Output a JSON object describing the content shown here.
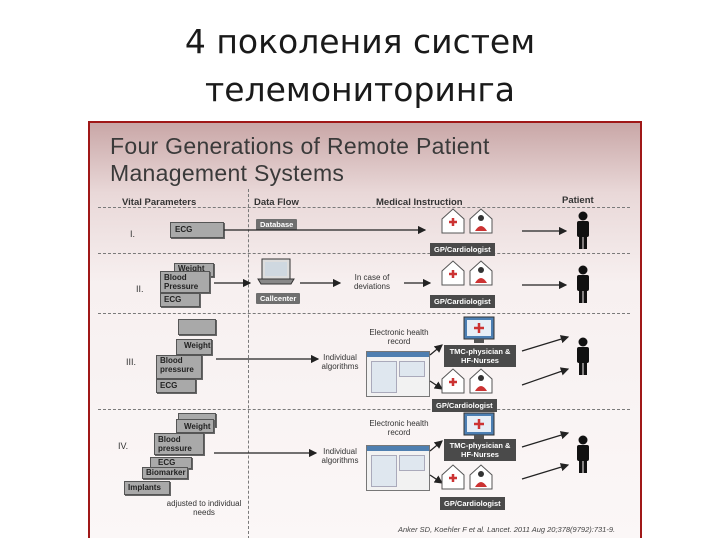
{
  "slide": {
    "title_line1": "4 поколения систем",
    "title_line2": "телемониторинга"
  },
  "figure": {
    "title_line1": "Four Generations of Remote Patient",
    "title_line2": "Management Systems",
    "headers": {
      "vital": "Vital Parameters",
      "flow": "Data Flow",
      "instruction": "Medical Instruction",
      "patient": "Patient"
    },
    "generations": [
      {
        "numeral": "I.",
        "vitals": [
          "ECG"
        ],
        "flow": "Database",
        "instruction": "",
        "receivers": [
          "GP/Cardiologist"
        ]
      },
      {
        "numeral": "II.",
        "vitals": [
          "Weight",
          "Blood Pressure",
          "ECG"
        ],
        "flow": "Callcenter",
        "instruction": "In case of deviations",
        "receivers": [
          "GP/Cardiologist"
        ]
      },
      {
        "numeral": "III.",
        "vitals": [
          "Weight",
          "Blood pressure",
          "ECG"
        ],
        "flow": "Electronic health record",
        "instruction": "Individual algorithms",
        "receivers": [
          "TMC-physician & HF-Nurses",
          "GP/Cardiologist"
        ]
      },
      {
        "numeral": "IV.",
        "vitals": [
          "Weight",
          "Blood pressure",
          "ECG",
          "Biomarker",
          "Implants"
        ],
        "flow": "Electronic health record",
        "instruction": "Individual algorithms",
        "note": "adjusted to individual needs",
        "receivers": [
          "TMC-physician & HF-Nurses",
          "GP/Cardiologist"
        ]
      }
    ],
    "citation": "Anker SD, Koehler F et al. Lancet. 2011 Aug 20;378(9792):731-9.",
    "colors": {
      "frame": "#a01818",
      "header_bg": "#c9a7a7",
      "box": "#a9a9a9",
      "label_bg": "#4a4a4a",
      "screen_accent": "#4f7fb0"
    }
  }
}
